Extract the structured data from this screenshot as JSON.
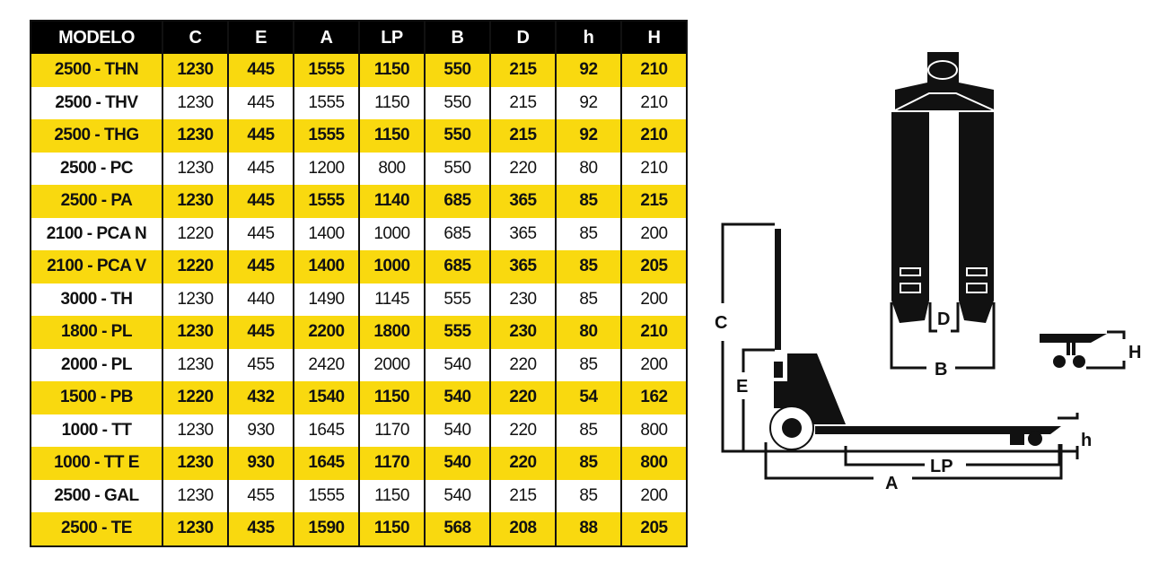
{
  "table": {
    "headers": [
      "MODELO",
      "C",
      "E",
      "A",
      "LP",
      "B",
      "D",
      "h",
      "H"
    ],
    "rows": [
      [
        "2500 - THN",
        "1230",
        "445",
        "1555",
        "1150",
        "550",
        "215",
        "92",
        "210"
      ],
      [
        "2500 - THV",
        "1230",
        "445",
        "1555",
        "1150",
        "550",
        "215",
        "92",
        "210"
      ],
      [
        "2500 - THG",
        "1230",
        "445",
        "1555",
        "1150",
        "550",
        "215",
        "92",
        "210"
      ],
      [
        "2500 - PC",
        "1230",
        "445",
        "1200",
        "800",
        "550",
        "220",
        "80",
        "210"
      ],
      [
        "2500 - PA",
        "1230",
        "445",
        "1555",
        "1140",
        "685",
        "365",
        "85",
        "215"
      ],
      [
        "2100 - PCA N",
        "1220",
        "445",
        "1400",
        "1000",
        "685",
        "365",
        "85",
        "200"
      ],
      [
        "2100 - PCA V",
        "1220",
        "445",
        "1400",
        "1000",
        "685",
        "365",
        "85",
        "205"
      ],
      [
        "3000 - TH",
        "1230",
        "440",
        "1490",
        "1145",
        "555",
        "230",
        "85",
        "200"
      ],
      [
        "1800 - PL",
        "1230",
        "445",
        "2200",
        "1800",
        "555",
        "230",
        "80",
        "210"
      ],
      [
        "2000 - PL",
        "1230",
        "455",
        "2420",
        "2000",
        "540",
        "220",
        "85",
        "200"
      ],
      [
        "1500 - PB",
        "1220",
        "432",
        "1540",
        "1150",
        "540",
        "220",
        "54",
        "162"
      ],
      [
        "1000 - TT",
        "1230",
        "930",
        "1645",
        "1170",
        "540",
        "220",
        "85",
        "800"
      ],
      [
        "1000 - TT E",
        "1230",
        "930",
        "1645",
        "1170",
        "540",
        "220",
        "85",
        "800"
      ],
      [
        "2500 - GAL",
        "1230",
        "455",
        "1555",
        "1150",
        "540",
        "215",
        "85",
        "200"
      ],
      [
        "2500 - TE",
        "1230",
        "435",
        "1590",
        "1150",
        "568",
        "208",
        "88",
        "205"
      ]
    ]
  },
  "diagram": {
    "labels": {
      "C": "C",
      "E": "E",
      "A": "A",
      "LP": "LP",
      "B": "B",
      "D": "D",
      "h": "h",
      "H": "H"
    }
  },
  "colors": {
    "highlight": "#f9d90f",
    "header": "#000000"
  }
}
